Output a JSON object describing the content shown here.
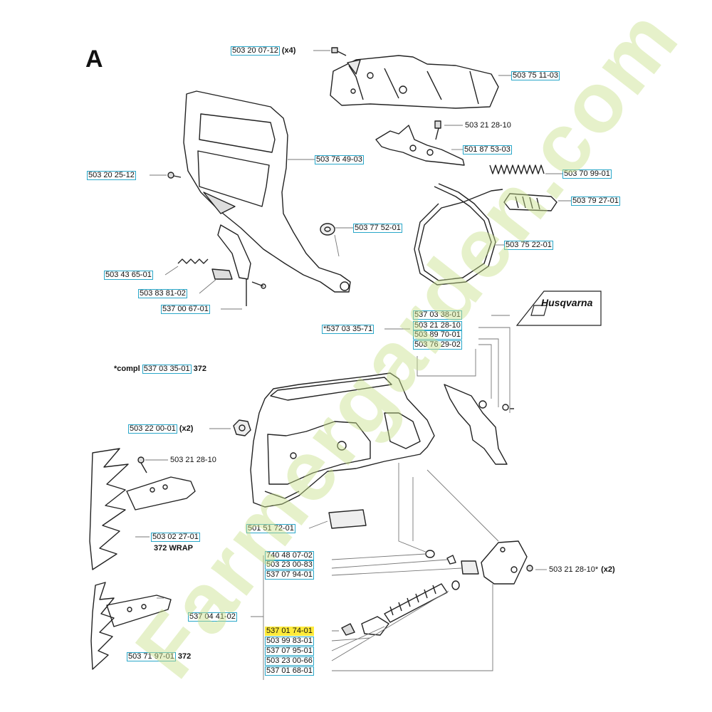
{
  "section_letter": "A",
  "brand": "Husqvarna",
  "watermark": "Farmergarden.com",
  "compl_prefix": "*compl",
  "compl_part": "537 03 35-01",
  "compl_suffix": "372",
  "labels": [
    {
      "id": "l1",
      "part": "503 20 07-12",
      "qty": "(x4)"
    },
    {
      "id": "l2",
      "part": "503 75 11-03"
    },
    {
      "id": "l3",
      "part": "503 21 28-10",
      "plain": true
    },
    {
      "id": "l4",
      "part": "501 87 53-03"
    },
    {
      "id": "l5",
      "part": "503 76 49-03"
    },
    {
      "id": "l6",
      "part": "503 70 99-01"
    },
    {
      "id": "l7",
      "part": "503 20 25-12"
    },
    {
      "id": "l8",
      "part": "503 79 27-01"
    },
    {
      "id": "l9",
      "part": "503 77 52-01"
    },
    {
      "id": "l10",
      "part": "503 75 22-01"
    },
    {
      "id": "l11",
      "part": "503 43 65-01"
    },
    {
      "id": "l12",
      "part": "503 83 81-02"
    },
    {
      "id": "l13",
      "part": "537 00 67-01"
    },
    {
      "id": "l14",
      "part": "537 03 38-01"
    },
    {
      "id": "l15",
      "part": "503 21 28-10"
    },
    {
      "id": "l16",
      "part": "503 89 70-01"
    },
    {
      "id": "l17",
      "part": "503 76 29-02"
    },
    {
      "id": "l18",
      "part": "*537 03 35-71"
    },
    {
      "id": "l19",
      "part": "503 22 00-01",
      "qty": "(x2)"
    },
    {
      "id": "l20",
      "part": "503 21 28-10",
      "plain": true
    },
    {
      "id": "l21",
      "part": "503 02 27-01"
    },
    {
      "id": "l22",
      "part": "501 51 72-01"
    },
    {
      "id": "l23",
      "part": "740 48 07-02"
    },
    {
      "id": "l24",
      "part": "503 23 00-83"
    },
    {
      "id": "l25",
      "part": "537 07 94-01"
    },
    {
      "id": "l26",
      "part": "503 21 28-10*",
      "plain": true,
      "qty": "(x2)"
    },
    {
      "id": "l27",
      "part": "537 04 41-02"
    },
    {
      "id": "l28",
      "part": "537 01 74-01",
      "highlight": true
    },
    {
      "id": "l29",
      "part": "503 99 83-01"
    },
    {
      "id": "l30",
      "part": "537 07 95-01"
    },
    {
      "id": "l31",
      "part": "503 23 00-66"
    },
    {
      "id": "l32",
      "part": "537 01 68-01"
    },
    {
      "id": "l33",
      "part": "503 71 97-01",
      "suffix": "372"
    }
  ],
  "caption_372_wrap": "372 WRAP"
}
